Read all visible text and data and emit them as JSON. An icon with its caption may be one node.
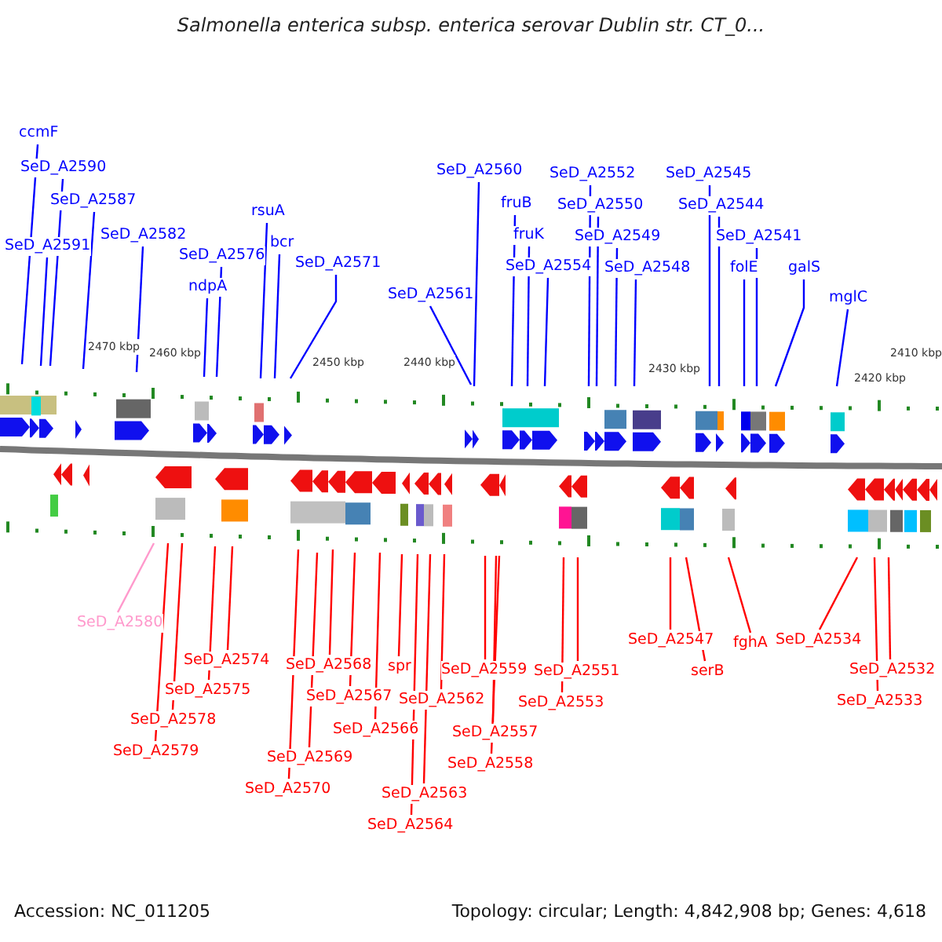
{
  "diagram": {
    "title": "Salmonella enterica subsp. enterica serovar Dublin str. CT_0...",
    "nodes": [
      {
        "text": [
          "ccmF"
        ]
      },
      {
        "text": [
          "SeD_A2590"
        ]
      },
      {
        "text": [
          "SeD_A2587"
        ]
      },
      {
        "text": [
          "SeD_A2591"
        ]
      },
      {
        "text": [
          "SeD_A2582"
        ]
      },
      {
        "text": [
          "rsuA"
        ]
      },
      {
        "text": [
          "SeD_A2576"
        ]
      },
      {
        "text": [
          "bcr"
        ]
      },
      {
        "text": [
          "ndpA"
        ]
      },
      {
        "text": [
          "SeD_A2571"
        ]
      },
      {
        "text": [
          "SeD_A2561"
        ]
      },
      {
        "text": [
          "SeD_A2560"
        ]
      },
      {
        "text": [
          "fruB"
        ]
      },
      {
        "text": [
          "fruK"
        ]
      },
      {
        "text": [
          "SeD_A2554"
        ]
      },
      {
        "text": [
          "SeD_A2552"
        ]
      },
      {
        "text": [
          "SeD_A2550"
        ]
      },
      {
        "text": [
          "SeD_A2549"
        ]
      },
      {
        "text": [
          "SeD_A2548"
        ]
      },
      {
        "text": [
          "SeD_A2545"
        ]
      },
      {
        "text": [
          "SeD_A2544"
        ]
      },
      {
        "text": [
          "SeD_A2541"
        ]
      },
      {
        "text": [
          "folE"
        ]
      },
      {
        "text": [
          "galS"
        ]
      },
      {
        "text": [
          "mglC"
        ]
      },
      {
        "text": [
          "SeD_A2580"
        ]
      },
      {
        "text": [
          "SeD_A2574"
        ]
      },
      {
        "text": [
          "SeD_A2575"
        ]
      },
      {
        "text": [
          "SeD_A2578"
        ]
      },
      {
        "text": [
          "SeD_A2579"
        ]
      },
      {
        "text": [
          "SeD_A2568"
        ]
      },
      {
        "text": [
          "spr"
        ]
      },
      {
        "text": [
          "SeD_A2559"
        ]
      },
      {
        "text": [
          "SeD_A2551"
        ]
      },
      {
        "text": [
          "SeD_A2547"
        ]
      },
      {
        "text": [
          "fghA"
        ]
      },
      {
        "text": [
          "SeD_A2534"
        ]
      },
      {
        "text": [
          "SeD_A2567"
        ]
      },
      {
        "text": [
          "SeD_A2562"
        ]
      },
      {
        "text": [
          "SeD_A2553"
        ]
      },
      {
        "text": [
          "serB"
        ]
      },
      {
        "text": [
          "SeD_A2532"
        ]
      },
      {
        "text": [
          "SeD_A2533"
        ]
      },
      {
        "text": [
          "SeD_A2566"
        ]
      },
      {
        "text": [
          "SeD_A2557"
        ]
      },
      {
        "text": [
          "SeD_A2569"
        ]
      },
      {
        "text": [
          "SeD_A2558"
        ]
      },
      {
        "text": [
          "SeD_A2570"
        ]
      },
      {
        "text": [
          "SeD_A2563"
        ]
      },
      {
        "text": [
          "SeD_A2564"
        ]
      }
    ],
    "edges": [
      {
        "from": 0,
        "to": null,
        "arrow": "none",
        "color": "#0000ff"
      },
      {
        "from": 1,
        "to": null,
        "arrow": "none",
        "color": "#0000ff"
      },
      {
        "from": 2,
        "to": null,
        "arrow": "none",
        "color": "#0000ff"
      },
      {
        "from": 3,
        "to": null,
        "arrow": "none",
        "color": "#0000ff"
      },
      {
        "from": 4,
        "to": null,
        "arrow": "none",
        "color": "#0000ff"
      },
      {
        "from": 5,
        "to": null,
        "arrow": "none",
        "color": "#0000ff"
      },
      {
        "from": 6,
        "to": null,
        "arrow": "none",
        "color": "#0000ff"
      },
      {
        "from": 7,
        "to": null,
        "arrow": "none",
        "color": "#0000ff"
      },
      {
        "from": 8,
        "to": null,
        "arrow": "none",
        "color": "#0000ff"
      },
      {
        "from": 9,
        "to": null,
        "arrow": "none",
        "color": "#0000ff"
      },
      {
        "from": 10,
        "to": null,
        "arrow": "none",
        "color": "#0000ff"
      },
      {
        "from": 11,
        "to": null,
        "arrow": "none",
        "color": "#0000ff"
      },
      {
        "from": 12,
        "to": null,
        "arrow": "none",
        "color": "#0000ff"
      },
      {
        "from": 13,
        "to": null,
        "arrow": "none",
        "color": "#0000ff"
      },
      {
        "from": 14,
        "to": null,
        "arrow": "none",
        "color": "#0000ff"
      },
      {
        "from": 15,
        "to": null,
        "arrow": "none",
        "color": "#0000ff"
      },
      {
        "from": 16,
        "to": null,
        "arrow": "none",
        "color": "#0000ff"
      },
      {
        "from": 17,
        "to": null,
        "arrow": "none",
        "color": "#0000ff"
      },
      {
        "from": 18,
        "to": null,
        "arrow": "none",
        "color": "#0000ff"
      },
      {
        "from": 19,
        "to": null,
        "arrow": "none",
        "color": "#0000ff"
      },
      {
        "from": 20,
        "to": null,
        "arrow": "none",
        "color": "#0000ff"
      },
      {
        "from": 21,
        "to": null,
        "arrow": "none",
        "color": "#0000ff"
      },
      {
        "from": 22,
        "to": null,
        "arrow": "none",
        "color": "#0000ff"
      },
      {
        "from": 23,
        "to": null,
        "arrow": "none",
        "color": "#0000ff"
      },
      {
        "from": 24,
        "to": null,
        "arrow": "none",
        "color": "#0000ff"
      },
      {
        "from": 25,
        "to": null,
        "arrow": "none",
        "color": "#ff99cc"
      },
      {
        "from": 26,
        "to": null,
        "arrow": "none",
        "color": "#ff0000"
      },
      {
        "from": 27,
        "to": null,
        "arrow": "none",
        "color": "#ff0000"
      },
      {
        "from": 28,
        "to": null,
        "arrow": "none",
        "color": "#ff0000"
      },
      {
        "from": 29,
        "to": null,
        "arrow": "none",
        "color": "#ff0000"
      },
      {
        "from": 30,
        "to": null,
        "arrow": "none",
        "color": "#ff0000"
      },
      {
        "from": 31,
        "to": null,
        "arrow": "none",
        "color": "#ff0000"
      },
      {
        "from": 32,
        "to": null,
        "arrow": "none",
        "color": "#ff0000"
      },
      {
        "from": 33,
        "to": null,
        "arrow": "none",
        "color": "#ff0000"
      },
      {
        "from": 34,
        "to": null,
        "arrow": "none",
        "color": "#ff0000"
      },
      {
        "from": 35,
        "to": null,
        "arrow": "none",
        "color": "#ff0000"
      },
      {
        "from": 36,
        "to": null,
        "arrow": "none",
        "color": "#ff0000"
      },
      {
        "from": 37,
        "to": null,
        "arrow": "none",
        "color": "#ff0000"
      },
      {
        "from": 38,
        "to": null,
        "arrow": "none",
        "color": "#ff0000"
      },
      {
        "from": 39,
        "to": null,
        "arrow": "none",
        "color": "#ff0000"
      },
      {
        "from": 40,
        "to": null,
        "arrow": "none",
        "color": "#ff0000"
      },
      {
        "from": 41,
        "to": null,
        "arrow": "none",
        "color": "#ff0000"
      },
      {
        "from": 42,
        "to": null,
        "arrow": "none",
        "color": "#ff0000"
      },
      {
        "from": 43,
        "to": null,
        "arrow": "none",
        "color": "#ff0000"
      },
      {
        "from": 44,
        "to": null,
        "arrow": "none",
        "color": "#ff0000"
      },
      {
        "from": 45,
        "to": null,
        "arrow": "none",
        "color": "#ff0000"
      },
      {
        "from": 46,
        "to": null,
        "arrow": "none",
        "color": "#ff0000"
      },
      {
        "from": 47,
        "to": null,
        "arrow": "none",
        "color": "#ff0000"
      },
      {
        "from": 48,
        "to": null,
        "arrow": "none",
        "color": "#ff0000"
      },
      {
        "from": 49,
        "to": null,
        "arrow": "none",
        "color": "#ff0000"
      }
    ],
    "labels": [
      "2470 kbp",
      "2460 kbp",
      "2450 kbp",
      "2440 kbp",
      "2430 kbp",
      "2420 kbp",
      "2410 kbp",
      "Accession: NC_011205",
      "Topology: circular; Length: 4,842,908 bp; Genes: 4,618"
    ]
  }
}
